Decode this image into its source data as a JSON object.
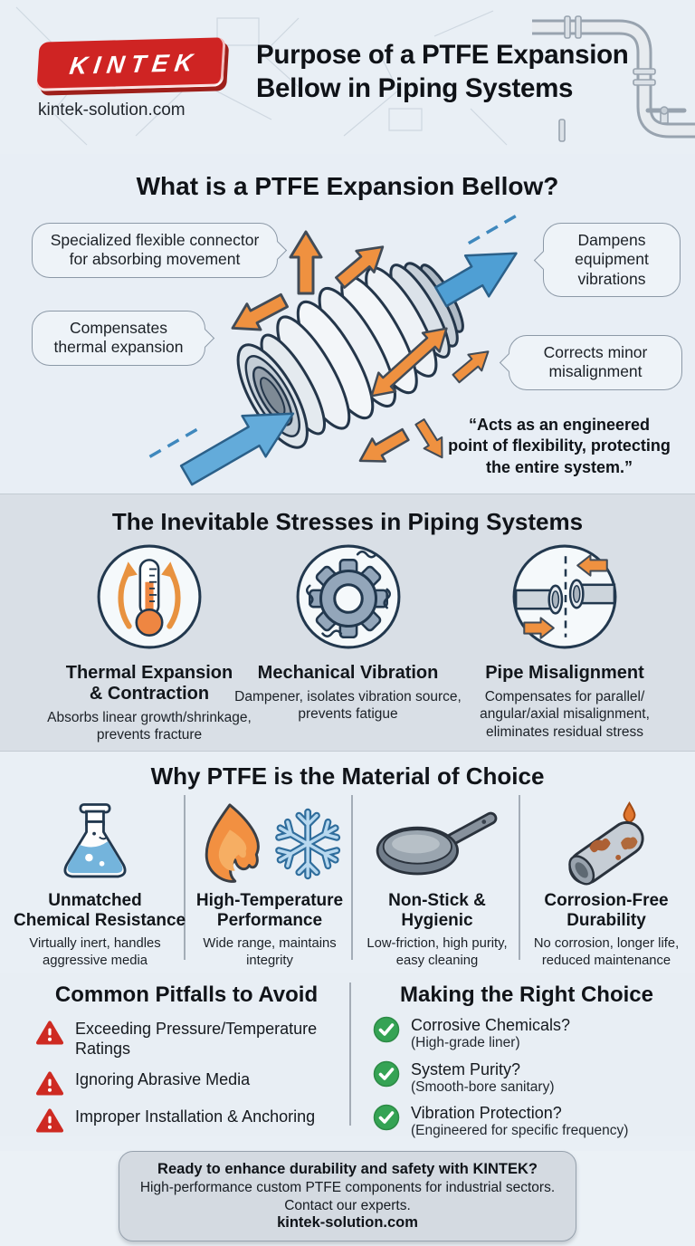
{
  "colors": {
    "brand_red": "#cf2423",
    "band_bg": "#d9dfe6",
    "page_bg": "#e9eff5",
    "arrow_orange": "#ef9140",
    "arrow_blue": "#58a7d9",
    "outline_navy": "#24364a",
    "warning_red": "#ce2a22",
    "success_green": "#35a354",
    "text_dark": "#14181d"
  },
  "header": {
    "logo_text": "KINTEK",
    "website": "kintek-solution.com",
    "title_lines": [
      "Purpose of a PTFE Expansion",
      "Bellow in Piping Systems"
    ]
  },
  "what_section": {
    "title": "What is a PTFE Expansion Bellow?",
    "callouts": [
      {
        "lines": [
          "Specialized flexible connector",
          "for absorbing movement"
        ]
      },
      {
        "lines": [
          "Dampens",
          "equipment",
          "vibrations"
        ]
      },
      {
        "lines": [
          "Compensates",
          "thermal expansion"
        ]
      },
      {
        "lines": [
          "Corrects minor",
          "misalignment"
        ]
      }
    ],
    "quote_lines": [
      "“Acts as an engineered",
      "point of flexibility, protecting",
      "the entire system.”"
    ]
  },
  "stresses": {
    "title": "The Inevitable Stresses in Piping Systems",
    "items": [
      {
        "icon": "thermometer-expansion-icon",
        "title_lines": [
          "Thermal Expansion",
          "& Contraction"
        ],
        "desc": "Absorbs linear growth/shrinkage, prevents fracture"
      },
      {
        "icon": "vibrating-gear-icon",
        "title_lines": [
          "Mechanical Vibration"
        ],
        "desc": "Dampener, isolates vibration source, prevents fatigue"
      },
      {
        "icon": "pipe-misalignment-icon",
        "title_lines": [
          "Pipe Misalignment"
        ],
        "desc": "Compensates for parallel/ angular/axial misalignment, eliminates residual stress"
      }
    ]
  },
  "ptfe": {
    "title": "Why PTFE is the Material of Choice",
    "items": [
      {
        "icon": "chemical-flask-icon",
        "title_lines": [
          "Unmatched",
          "Chemical Resistance"
        ],
        "desc": "Virtually inert, handles aggressive media"
      },
      {
        "icon": "flame-and-snowflake-icon",
        "title_lines": [
          "High-Temperature",
          "Performance"
        ],
        "desc": "Wide range, maintains integrity"
      },
      {
        "icon": "frying-pan-icon",
        "title_lines": [
          "Non-Stick &",
          "Hygienic"
        ],
        "desc": "Low-friction, high purity, easy cleaning"
      },
      {
        "icon": "corroded-pipe-icon",
        "title_lines": [
          "Corrosion-Free",
          "Durability"
        ],
        "desc": "No corrosion, longer life, reduced maintenance"
      }
    ]
  },
  "pitfalls": {
    "title": "Common Pitfalls to Avoid",
    "icon": "warning-triangle-icon",
    "items": [
      {
        "text": "Exceeding Pressure/Temperature Ratings"
      },
      {
        "text": "Ignoring Abrasive Media"
      },
      {
        "text": "Improper Installation & Anchoring"
      }
    ]
  },
  "choices": {
    "title": "Making the Right Choice",
    "icon": "check-circle-icon",
    "items": [
      {
        "question": "Corrosive Chemicals?",
        "note": "(High-grade liner)"
      },
      {
        "question": "System Purity?",
        "note": "(Smooth-bore sanitary)"
      },
      {
        "question": "Vibration Protection?",
        "note": "(Engineered for specific frequency)"
      }
    ]
  },
  "cta": {
    "line1": "Ready to enhance durability and safety with KINTEK?",
    "line2": "High-performance custom PTFE components for industrial sectors.",
    "line3": "Contact our experts.",
    "line4": "kintek-solution.com"
  }
}
